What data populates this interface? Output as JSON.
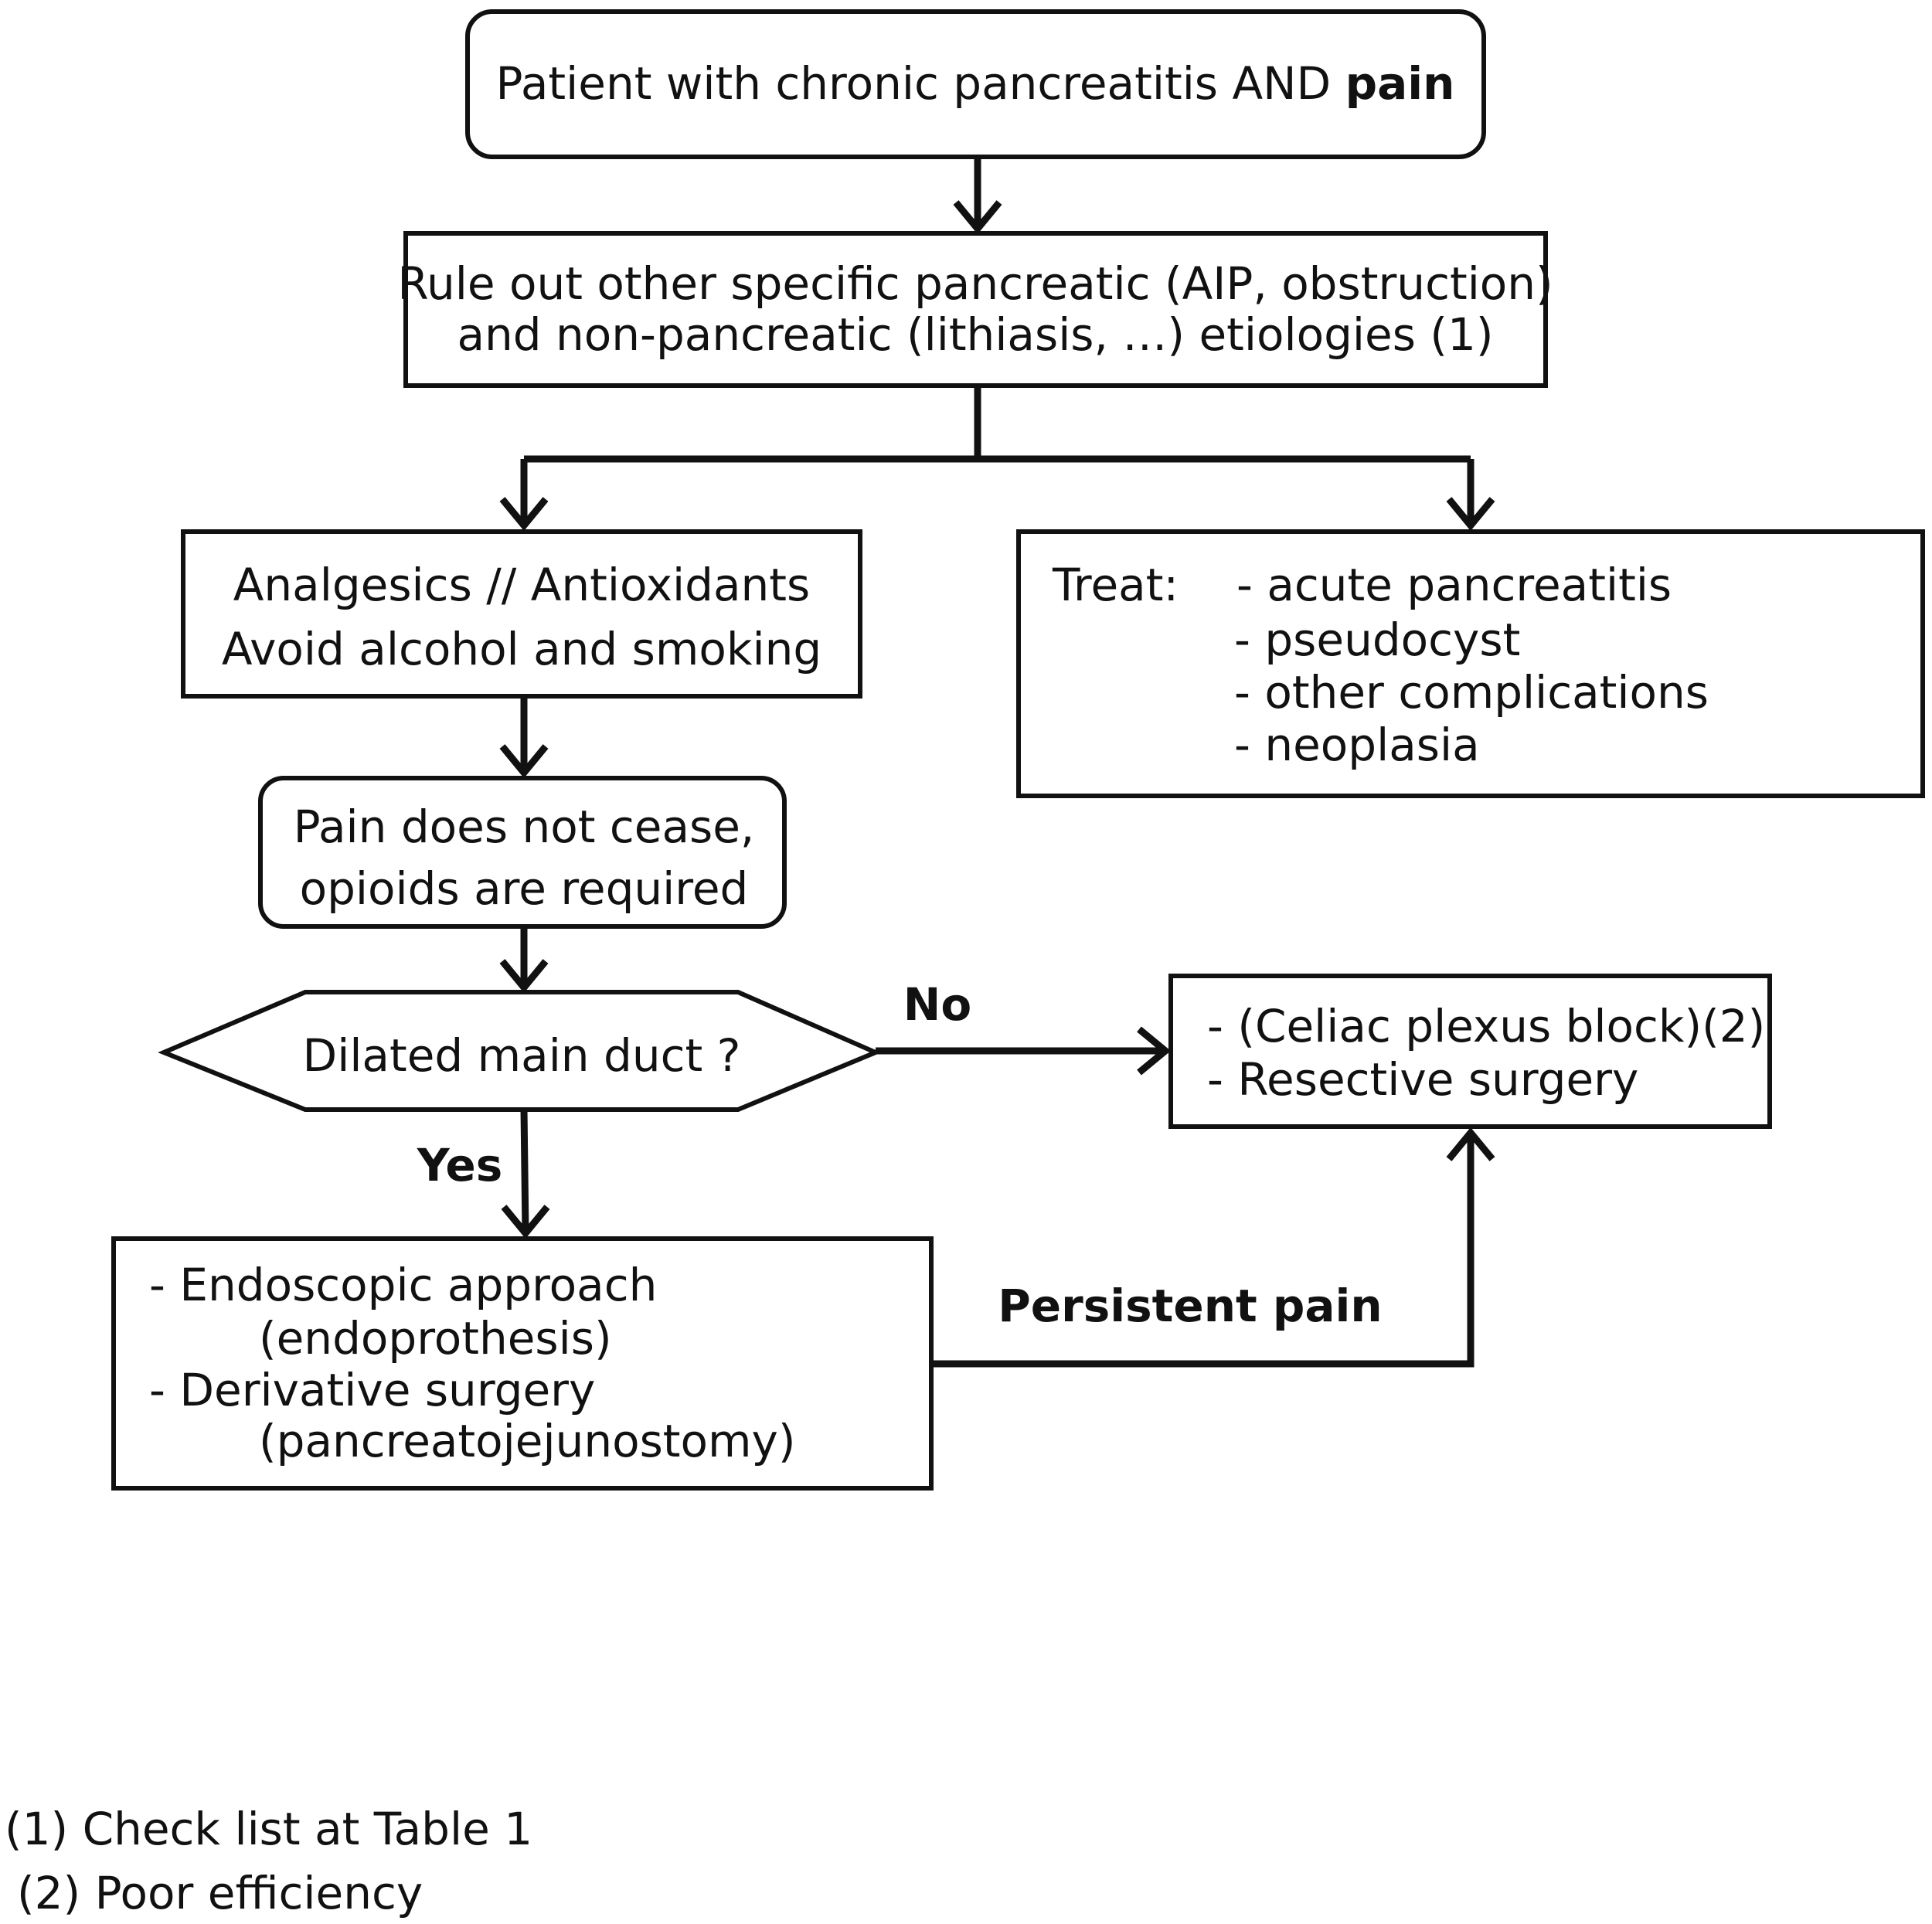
{
  "nodes": {
    "start": {
      "text": "Patient with chronic pancreatitis AND ",
      "bold": "pain"
    },
    "rule_out": {
      "line1": "Rule out other specific pancreatic (AIP, obstruction)",
      "line2": "and non-pancreatic (lithiasis, …) etiologies (1)"
    },
    "analgesics": {
      "line1": "Analgesics // Antioxidants",
      "line2": "Avoid alcohol and smoking"
    },
    "treat": {
      "label": "Treat:",
      "items": [
        "- acute pancreatitis",
        "- pseudocyst",
        "- other complications",
        "- neoplasia"
      ]
    },
    "pain_persists": {
      "line1": "Pain does not cease,",
      "line2": "opioids are required"
    },
    "decision": {
      "text": "Dilated main duct ?"
    },
    "surgery_options": {
      "line1": "- (Celiac plexus block)(2)",
      "line2": "- Resective surgery"
    },
    "endoscopic": {
      "line1": "- Endoscopic approach",
      "line2": "(endoprothesis)",
      "line3": "- Derivative surgery",
      "line4": "(pancreatojejunostomy)"
    }
  },
  "edges": {
    "no_label": "No",
    "yes_label": "Yes",
    "persistent_label": "Persistent pain"
  },
  "footnotes": {
    "note1": "(1) Check list at Table 1",
    "note2": "(2) Poor efficiency"
  }
}
